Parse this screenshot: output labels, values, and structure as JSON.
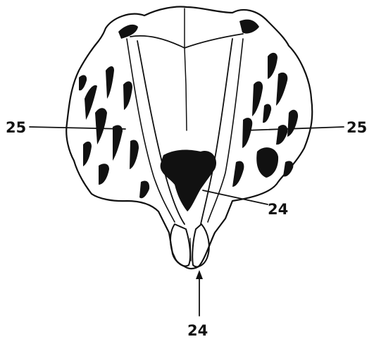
{
  "figure": {
    "labels": {
      "left_25": "25",
      "right_25": "25",
      "mid_24": "24",
      "bottom_24": "24"
    },
    "colors": {
      "ink": "#111111",
      "paper": "#ffffff"
    }
  }
}
